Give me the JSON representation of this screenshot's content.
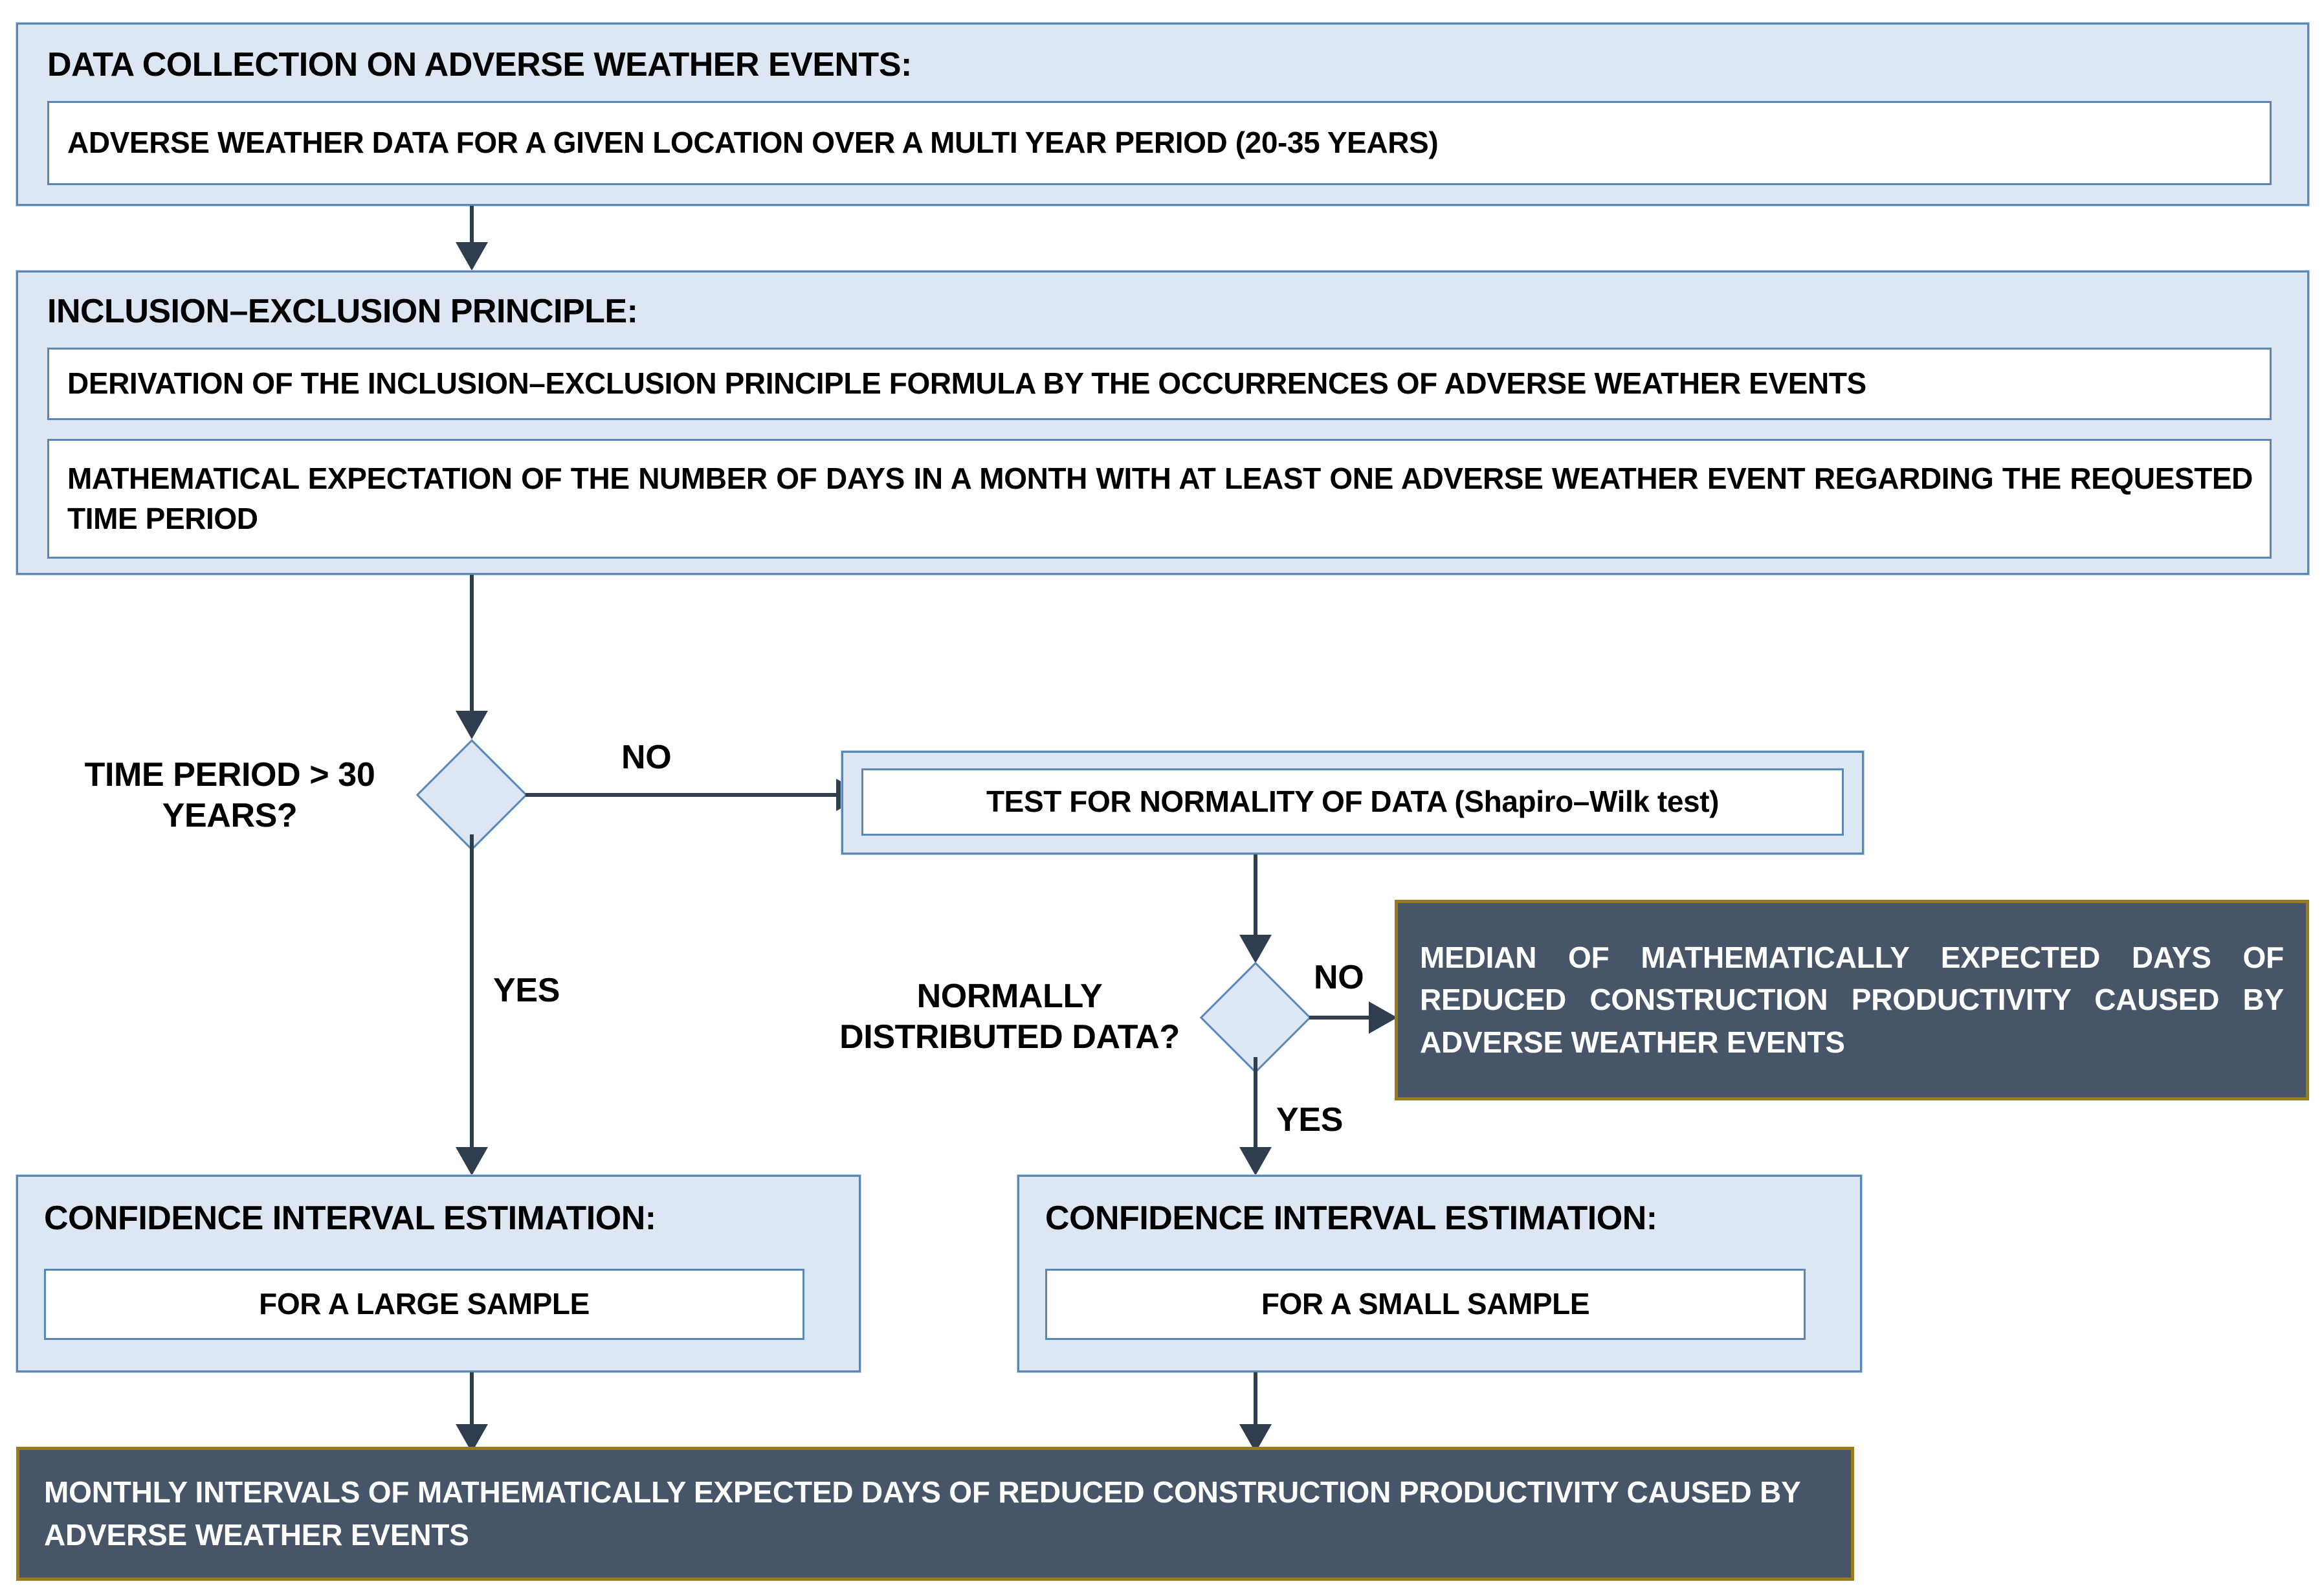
{
  "diagram": {
    "type": "flowchart",
    "title": "Adverse weather data analysis flowchart",
    "colors": {
      "group_fill": "#dce7f3",
      "group_border": "#5a87b8",
      "inner_fill": "#ffffff",
      "dark_fill": "#475569",
      "dark_border": "#9a7b1b",
      "connector": "#2f3e4e",
      "text": "#000000",
      "dark_text": "#ffffff"
    }
  },
  "nodes": {
    "data_collection": {
      "title": "DATA COLLECTION ON ADVERSE WEATHER EVENTS:",
      "items": [
        "ADVERSE WEATHER DATA FOR A GIVEN LOCATION OVER A MULTI YEAR PERIOD (20-35 YEARS)"
      ]
    },
    "inclusion_exclusion": {
      "title": "INCLUSION–EXCLUSION PRINCIPLE:",
      "items": [
        "DERIVATION OF THE INCLUSION–EXCLUSION PRINCIPLE FORMULA BY THE OCCURRENCES OF ADVERSE WEATHER EVENTS",
        "MATHEMATICAL EXPECTATION OF THE NUMBER OF DAYS IN A MONTH WITH AT LEAST ONE ADVERSE WEATHER EVENT REGARDING THE REQUESTED TIME PERIOD"
      ]
    },
    "decision_time_period": {
      "question": "TIME PERIOD > 30 YEARS?",
      "question_line1": "TIME PERIOD > 30",
      "question_line2": "YEARS?",
      "branch_no": "NO",
      "branch_yes": "YES"
    },
    "normality_test": {
      "label": "TEST FOR NORMALITY OF DATA (Shapiro–Wilk test)"
    },
    "decision_normality": {
      "question": "NORMALLY DISTRIBUTED DATA?",
      "question_line1": "NORMALLY",
      "question_line2": "DISTRIBUTED DATA?",
      "branch_no": "NO",
      "branch_yes": "YES"
    },
    "median_result": {
      "text": "MEDIAN OF MATHEMATICALLY EXPECTED DAYS OF REDUCED CONSTRUCTION PRODUCTIVITY CAUSED BY ADVERSE WEATHER EVENTS"
    },
    "ci_large": {
      "title": "CONFIDENCE INTERVAL ESTIMATION:",
      "item": "FOR A LARGE SAMPLE"
    },
    "ci_small": {
      "title": "CONFIDENCE INTERVAL ESTIMATION:",
      "item": "FOR A SMALL SAMPLE"
    },
    "monthly_result": {
      "text": "MONTHLY INTERVALS OF MATHEMATICALLY EXPECTED DAYS OF REDUCED CONSTRUCTION PRODUCTIVITY CAUSED BY ADVERSE WEATHER EVENTS"
    }
  }
}
